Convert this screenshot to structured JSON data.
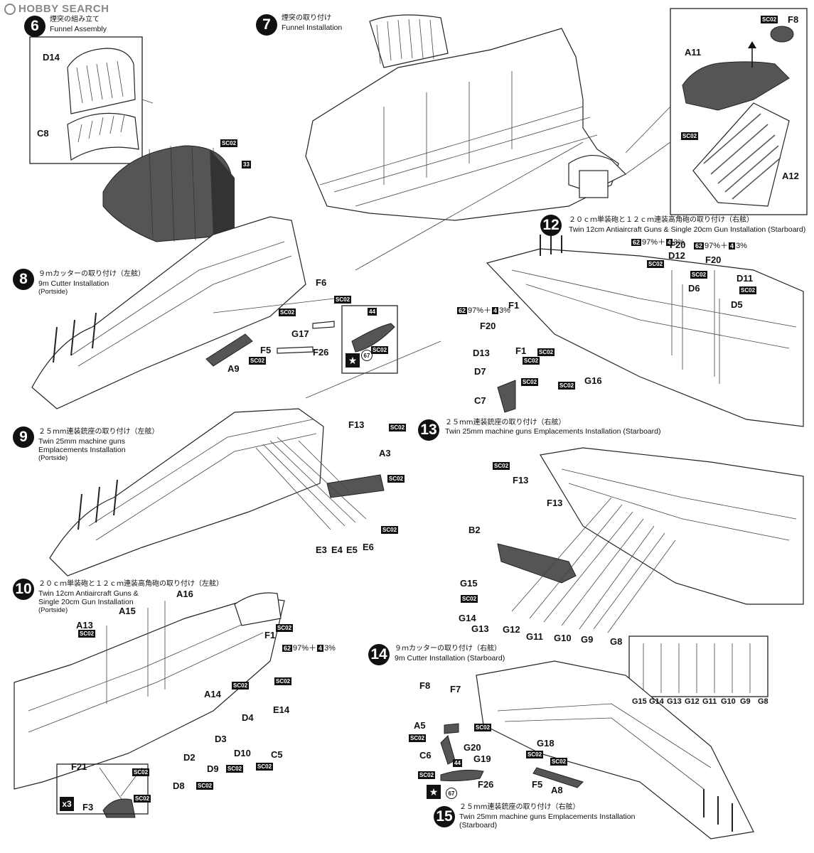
{
  "watermark": "HOBBY SEARCH",
  "steps": [
    {
      "num": "6",
      "jp": "煙突の組み立て",
      "en": "Funnel Assembly"
    },
    {
      "num": "7",
      "jp": "煙突の取り付け",
      "en": "Funnel Installation"
    },
    {
      "num": "8",
      "jp": "９ｍカッターの取り付け（左舷）",
      "en": "9m Cutter Installation",
      "en2": "(Portside)"
    },
    {
      "num": "9",
      "jp": "２５mm連装銃座の取り付け（左舷）",
      "en": "Twin 25mm machine guns",
      "en2": "Emplacements Installation",
      "en3": "(Portside)"
    },
    {
      "num": "10",
      "jp": "２０ｃｍ単装砲と１２ｃｍ連装高角砲の取り付け（左舷）",
      "en": "Twin 12cm Antiaircraft Guns &",
      "en2": "Single 20cm Gun Installation",
      "en3": "(Portside)"
    },
    {
      "num": "12",
      "jp": "２０ｃｍ単装砲と１２ｃｍ連装高角砲の取り付け（右舷）",
      "en": "Twin 12cm Antiaircraft Guns & Single 20cm Gun Installation (Starboard)"
    },
    {
      "num": "13",
      "jp": "２５mm連装銃座の取り付け（右舷）",
      "en": "Twin 25mm machine guns Emplacements Installation (Starboard)"
    },
    {
      "num": "14",
      "jp": "９ｍカッターの取り付け（右舷）",
      "en": "9m Cutter Installation (Starboard)"
    },
    {
      "num": "15",
      "jp": "２５mm連装銃座の取り付け（右舷）",
      "en": "Twin 25mm machine guns Emplacements Installation",
      "en2": "(Starboard)"
    }
  ],
  "paint_note": {
    "a": "62",
    "b": "97%＋",
    "c": "4",
    "d": "3%"
  },
  "sc": "SC02",
  "decal_33": "33",
  "decal_44": "44",
  "decal_67": "67",
  "count_x3": "x3",
  "parts": {
    "D14": "D14",
    "C8": "C8",
    "F8": "F8",
    "A11": "A11",
    "A12": "A12",
    "F6": "F6",
    "G17": "G17",
    "F5": "F5",
    "F26": "F26",
    "A9": "A9",
    "F1": "F1",
    "F20": "F20",
    "D13": "D13",
    "D7": "D7",
    "C7": "C7",
    "G16": "G16",
    "D12": "D12",
    "D6": "D6",
    "D11": "D11",
    "D5": "D5",
    "F13": "F13",
    "A3": "A3",
    "E3": "E3",
    "E4": "E4",
    "E5": "E5",
    "E6": "E6",
    "B2": "B2",
    "G15": "G15",
    "G14": "G14",
    "G13": "G13",
    "G12": "G12",
    "G11": "G11",
    "G10": "G10",
    "G9": "G9",
    "G8": "G8",
    "A16": "A16",
    "A15": "A15",
    "A13": "A13",
    "E14": "E14",
    "A14": "A14",
    "D4": "D4",
    "D3": "D3",
    "D10": "D10",
    "C5": "C5",
    "D2": "D2",
    "D9": "D9",
    "D8": "D8",
    "F21": "F21",
    "F3": "F3",
    "F7": "F7",
    "A5": "A5",
    "C6": "C6",
    "G20": "G20",
    "G19": "G19",
    "G18": "G18",
    "A8": "A8"
  }
}
